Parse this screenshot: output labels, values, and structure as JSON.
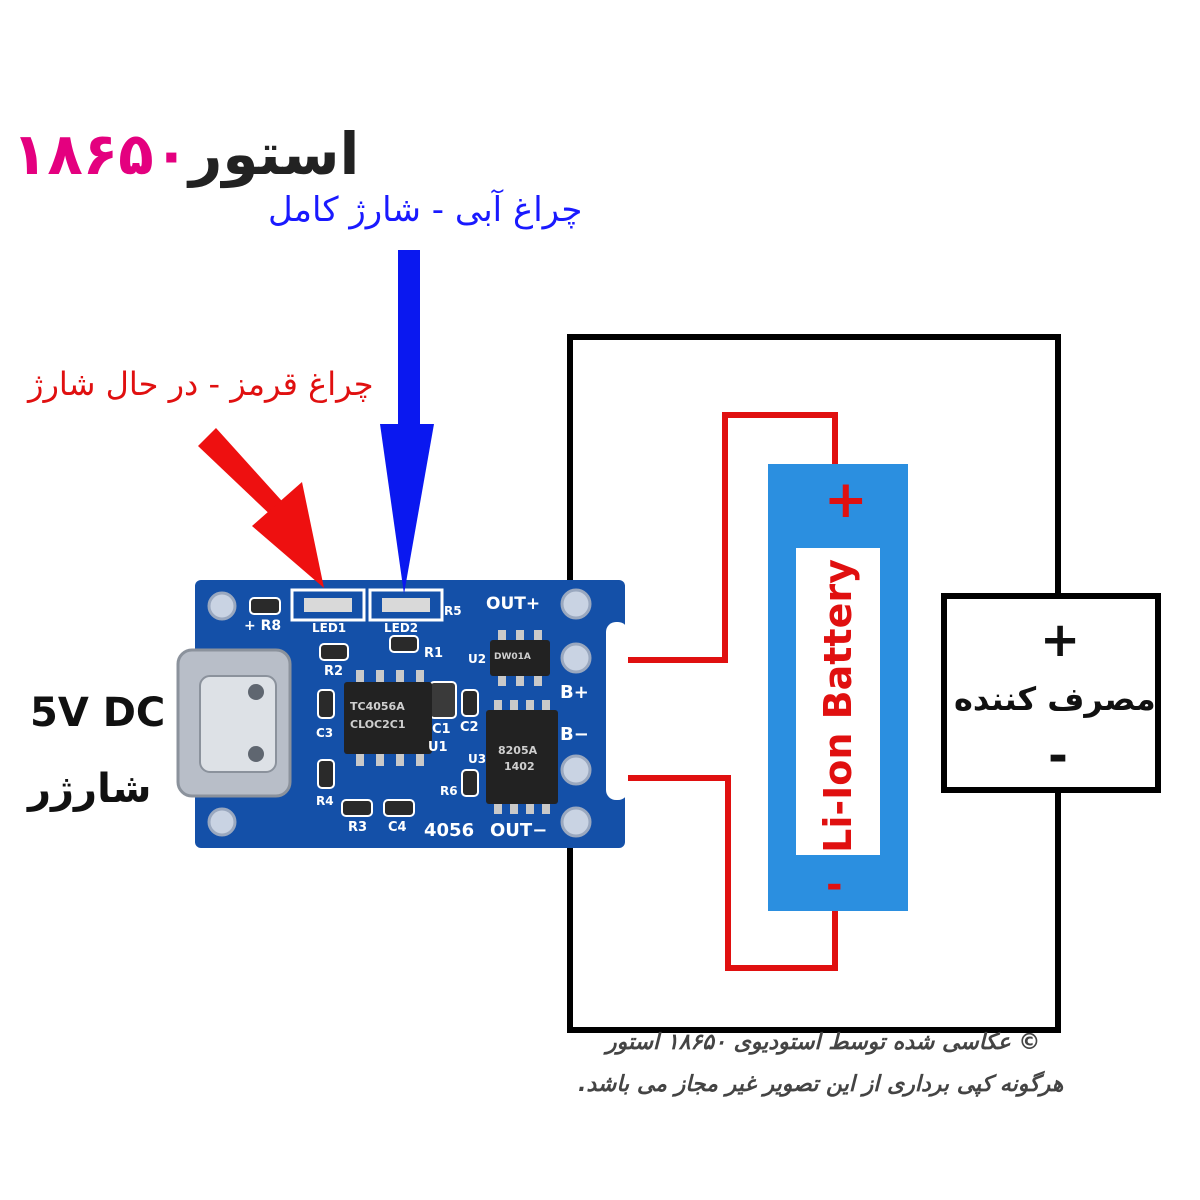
{
  "logo": {
    "part1": "استور",
    "part2": "۱۸۶۵۰"
  },
  "labels": {
    "blue_led": "چراغ آبی - شارژ کامل",
    "red_led": "چراغ قرمز - در حال شارژ",
    "input_voltage": "5V DC",
    "charger": "شارژر"
  },
  "load": {
    "plus": "+",
    "name": "مصرف کننده",
    "minus": "-"
  },
  "battery": {
    "plus": "+",
    "minus": "-",
    "label": "Li-Ion Battery"
  },
  "board": {
    "out_plus": "OUT+",
    "out_minus": "OUT−",
    "b_plus": "B+",
    "b_minus": "B−",
    "model": "4056",
    "r8": "+ R8",
    "led1": "LED1",
    "led2": "LED2",
    "r5": "R5",
    "r1": "R1",
    "r2": "R2",
    "u2": "U2",
    "c3": "C3",
    "c1": "C1",
    "c2": "C2",
    "u1": "U1",
    "u3": "U3",
    "r4": "R4",
    "r6": "R6",
    "r3": "R3",
    "c4": "C4",
    "chip_u1": "TC4056A",
    "chip_u1_code": "CLOC2C1",
    "chip_u3": "8205A",
    "chip_u3_code": "1402",
    "chip_u2": "DW01A"
  },
  "copyright": {
    "line1": "© عکاسی شده توسط استودیوی ۱۸۶۵۰ استور",
    "line2": "هرگونه کپی برداری از این تصویر غیر مجاز می باشد."
  },
  "colors": {
    "pcb": "#1450a8",
    "battery": "#2b8fe0",
    "wire_red": "#e01010",
    "wire_black": "#000000",
    "arrow_blue": "#0a18f0",
    "arrow_red": "#ee1010",
    "logo_pink": "#e4007f"
  }
}
